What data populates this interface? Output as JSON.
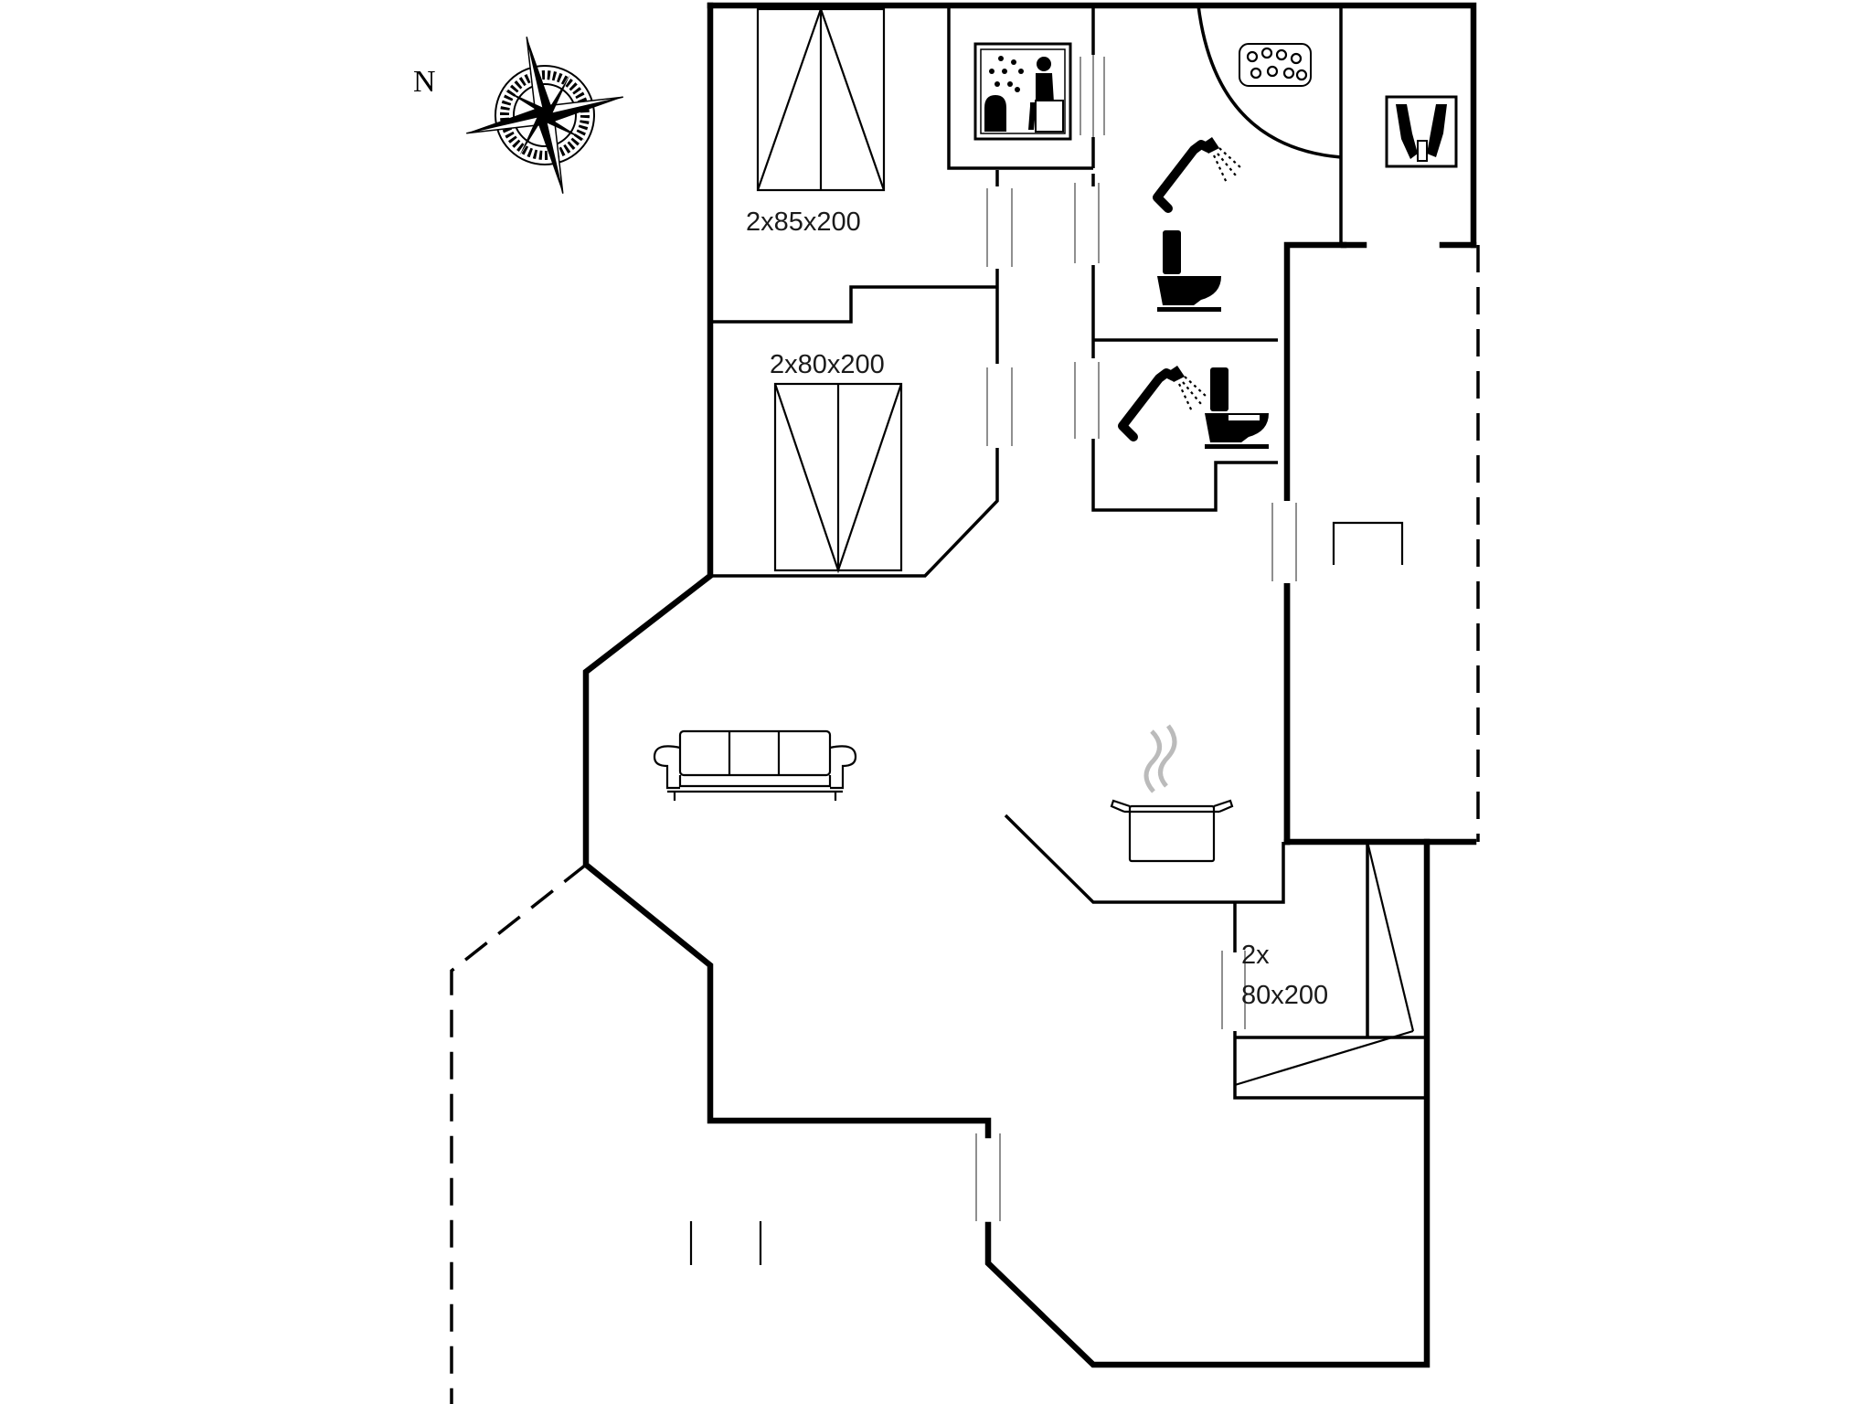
{
  "compass": {
    "north_label": "N"
  },
  "rooms": {
    "bedroom_1": {
      "bed_label": "2x85x200"
    },
    "bedroom_2": {
      "bed_label": "2x80x200"
    },
    "bedroom_3": {
      "bed_label_line1": "2x",
      "bed_label_line2": "80x200"
    }
  },
  "icons": [
    "compass-rose-icon",
    "sauna-icon",
    "whirlpool-icon",
    "champagne-icon",
    "shower-icon",
    "toilet-icon",
    "sofa-icon",
    "cooking-pot-icon"
  ]
}
